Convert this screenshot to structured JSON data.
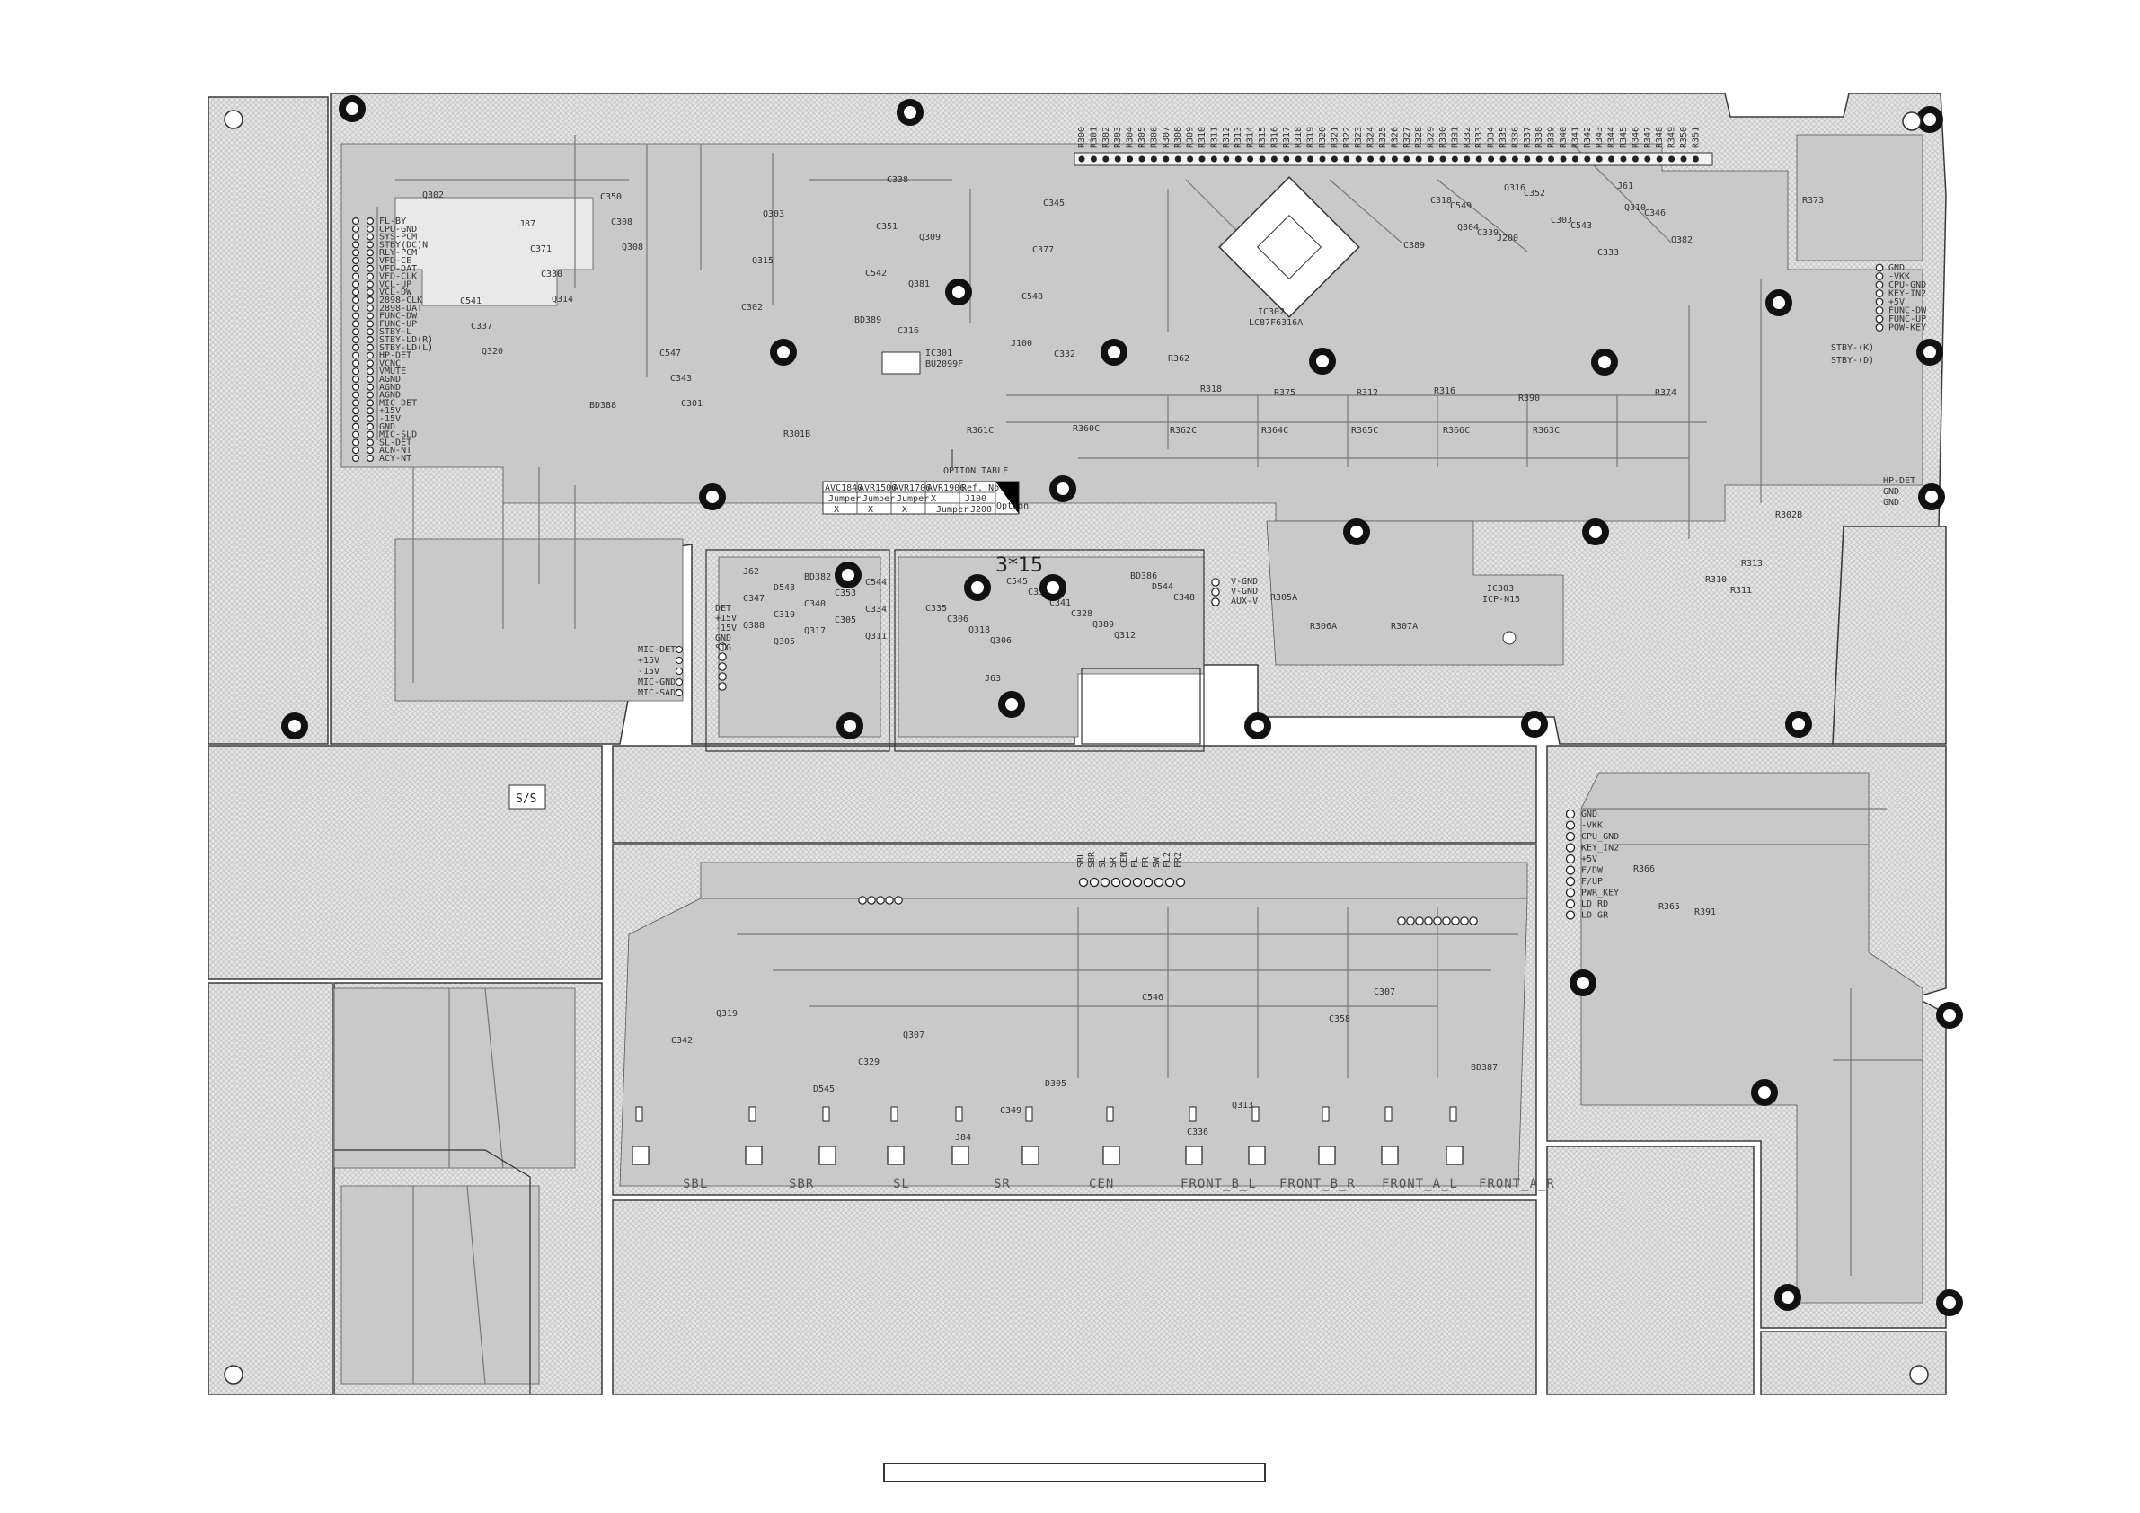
{
  "board": {
    "marking_315": "3*15",
    "marking_ss": "S/S",
    "colors": {
      "trace": "#c9c9c9",
      "board": "#e9e9e9",
      "hatch": "#d6d6d6",
      "outline": "#3a3a3a",
      "hole": "#111111"
    }
  },
  "option_table": {
    "title": "OPTION TABLE",
    "headers": [
      "AVC1840",
      "AVR1506",
      "AVR1706",
      "AVR1906",
      "Ref. No."
    ],
    "row1": [
      "Jumper",
      "Jumper",
      "Jumper",
      "X",
      "J100"
    ],
    "row2": [
      "X",
      "X",
      "X",
      "Jumper",
      "J200"
    ],
    "side": "Option"
  },
  "chips": {
    "ic302": "IC302",
    "ic302_part": "LC87F6316A",
    "ic301": "IC301",
    "ic301_part": "BU2099F",
    "ic303": "IC303",
    "ic303_part": "ICP-N15"
  },
  "left_connector_labels": [
    "FL-BY",
    "CPU-GND",
    "SYS-PCM",
    "STBY(DC)N",
    "RLY-PCM",
    "VFD-CE",
    "VFD-DAT",
    "VFD-CLK",
    "VCL-UP",
    "VCL-DW",
    "2898-CLK",
    "2898-DAT",
    "FUNC-DW",
    "FUNC-UP",
    "STBY-L",
    "STBY-LD(R)",
    "STBY-LD(L)",
    "HP-DET",
    "VCNC",
    "VMUTE",
    "AGND",
    "AGND",
    "AGND",
    "MIC-DET",
    "+15V",
    "-15V",
    "GND",
    "MIC-SLD",
    "SL-DET",
    "ACN-NT",
    "ACY-NT"
  ],
  "right_connector_labels": [
    "GND",
    "-VKK",
    "CPU-GND",
    "KEY-IN2",
    "+5V",
    "FUNC-DW",
    "FUNC-UP",
    "POW-KEY"
  ],
  "right_small_labels": {
    "stby_k": "STBY-(K)",
    "stby_d": "STBY-(D)",
    "hp_det": "HP-DET",
    "gnd3": "GND",
    "gnd4": "GND"
  },
  "right_lower_labels": [
    "GND",
    "-VKK",
    "CPU_GND",
    "KEY_IN2",
    "+5V",
    "F/DW",
    "F/UP",
    "PWR_KEY",
    "LD RD",
    "LD GR"
  ],
  "mic_labels": [
    "MIC-DET",
    "+15V",
    "-15V",
    "MIC-GND",
    "MIC-SADT"
  ],
  "sub_left_labels": [
    "DET",
    "+15V",
    "-15V",
    "GND",
    "SIG"
  ],
  "sub_right_labels": [
    "V-GND",
    "V-GND",
    "AUX-V"
  ],
  "top_pin_labels": [
    "R",
    "R",
    "R",
    "R",
    "R",
    "R",
    "R",
    "R",
    "R",
    "R",
    "R",
    "R",
    "R",
    "R",
    "R",
    "R",
    "R",
    "R",
    "R",
    "R",
    "R",
    "R",
    "R",
    "R",
    "R",
    "R",
    "R",
    "R",
    "R",
    "R",
    "R",
    "R",
    "R",
    "R",
    "R",
    "R",
    "R",
    "R",
    "R",
    "R",
    "R",
    "R",
    "R",
    "R",
    "R",
    "R",
    "R",
    "R",
    "R",
    "R",
    "R",
    "R"
  ],
  "speaker_outputs": [
    "SBL",
    "SBR",
    "SL",
    "SR",
    "CEN",
    "FRONT_B_L",
    "FRONT_B_R",
    "FRONT_A_L",
    "FRONT_A_R"
  ],
  "amp_labels": [
    "SBL",
    "SBR",
    "SL",
    "SR",
    "CEN",
    "FL",
    "FR",
    "SW",
    "FL2",
    "FR2"
  ],
  "resistor_labels": [
    "R301B",
    "R361C",
    "R360C",
    "R362C",
    "R364C",
    "R365C",
    "R366C",
    "R363C",
    "R302B",
    "R305A",
    "R306A",
    "R307A",
    "R362",
    "R318",
    "R375",
    "R312",
    "R316",
    "R390",
    "R374",
    "R373",
    "R310",
    "R311",
    "R313",
    "R365",
    "R366",
    "R391"
  ],
  "part_labels": [
    "Q302",
    "Q303",
    "Q304",
    "Q305",
    "Q306",
    "Q307",
    "Q308",
    "Q309",
    "Q310",
    "Q311",
    "Q312",
    "Q313",
    "Q314",
    "Q315",
    "Q316",
    "Q317",
    "Q318",
    "Q319",
    "Q320",
    "Q381",
    "Q382",
    "Q388",
    "Q389",
    "D305",
    "C301",
    "C302",
    "C303",
    "C305",
    "C306",
    "C307",
    "C308",
    "C316",
    "C318",
    "C319",
    "C328",
    "C329",
    "C330",
    "C332",
    "C333",
    "C334",
    "C335",
    "C336",
    "C337",
    "C338",
    "C339",
    "C340",
    "C341",
    "C342",
    "C343",
    "C345",
    "C346",
    "C347",
    "C348",
    "C349",
    "C350",
    "C351",
    "C352",
    "C353",
    "C357",
    "C358",
    "C371",
    "C377",
    "C389",
    "D543",
    "D544",
    "D545",
    "C541",
    "C542",
    "C543",
    "C544",
    "C545",
    "C546",
    "C547",
    "C548",
    "C549",
    "BD382",
    "BD386",
    "BD387",
    "BD388",
    "BD389",
    "J61",
    "J62",
    "J63",
    "J84",
    "J87",
    "J100",
    "J200"
  ]
}
